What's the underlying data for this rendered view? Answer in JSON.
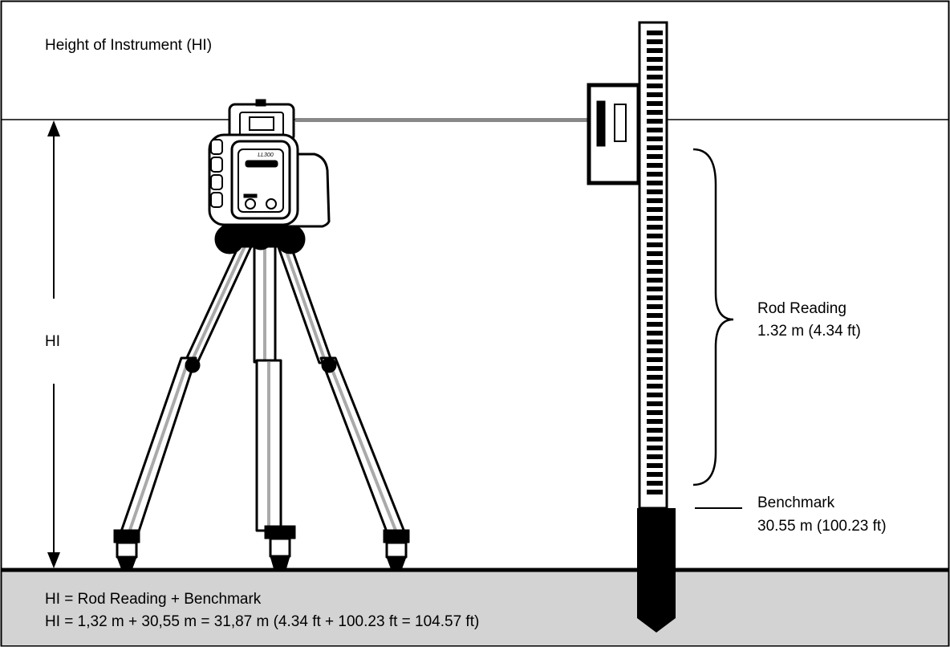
{
  "title": "Height of Instrument (HI)",
  "hi_label": "HI",
  "rod_reading": {
    "line1": "Rod Reading",
    "line2": "1.32 m (4.34 ft)"
  },
  "benchmark": {
    "line1": "Benchmark",
    "line2": "30.55 m (100.23 ft)"
  },
  "formula": {
    "line1": "HI = Rod Reading + Benchmark",
    "line2": "HI = 1,32 m + 30,55 m = 31,87 m (4.34 ft + 100.23 ft = 104.57 ft)"
  },
  "instrument": {
    "model_text": "LL300"
  },
  "colors": {
    "ground": "#d3d3d3",
    "beam": "#888888",
    "line": "#000000",
    "background": "#ffffff"
  }
}
